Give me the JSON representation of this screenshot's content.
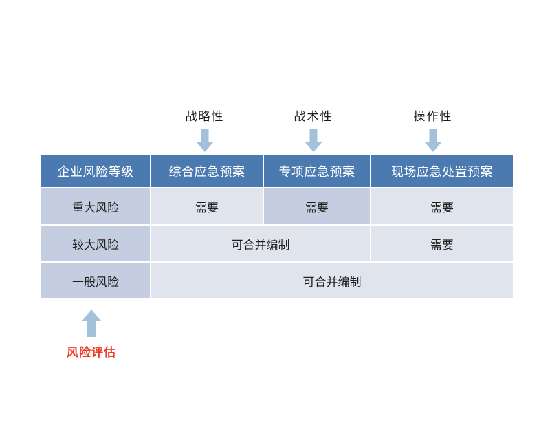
{
  "figure": {
    "type": "table-diagram",
    "colors": {
      "header_blue": "#4a7ab0",
      "cell_light": "#dfe4ed",
      "cell_dark": "#c5cee0",
      "arrow_blue": "#a3c1da",
      "accent_red": "#ed3b25",
      "background": "#ffffff"
    }
  },
  "top_annotations": [
    {
      "label": "战略性",
      "icon": "arrow-down-icon",
      "target_column": 1
    },
    {
      "label": "战术性",
      "icon": "arrow-down-icon",
      "target_column": 2
    },
    {
      "label": "操作性",
      "icon": "arrow-down-icon",
      "target_column": 3
    }
  ],
  "bottom_annotation": {
    "label": "风险评估",
    "icon": "arrow-up-icon",
    "target_column": 0
  },
  "table": {
    "headers": [
      "企业风险等级",
      "综合应急预案",
      "专项应急预案",
      "现场应急处置预案"
    ],
    "rows": [
      {
        "level": "重大风险",
        "cells": [
          {
            "text": "需要",
            "span": 1,
            "emphasis": false
          },
          {
            "text": "需要",
            "span": 1,
            "emphasis": true
          },
          {
            "text": "需要",
            "span": 1,
            "emphasis": false
          }
        ]
      },
      {
        "level": "较大风险",
        "cells": [
          {
            "text": "可合并编制",
            "span": 2,
            "emphasis": false
          },
          {
            "text": "需要",
            "span": 1,
            "emphasis": false
          }
        ]
      },
      {
        "level": "一般风险",
        "cells": [
          {
            "text": "可合并编制",
            "span": 3,
            "emphasis": false
          }
        ]
      }
    ]
  }
}
